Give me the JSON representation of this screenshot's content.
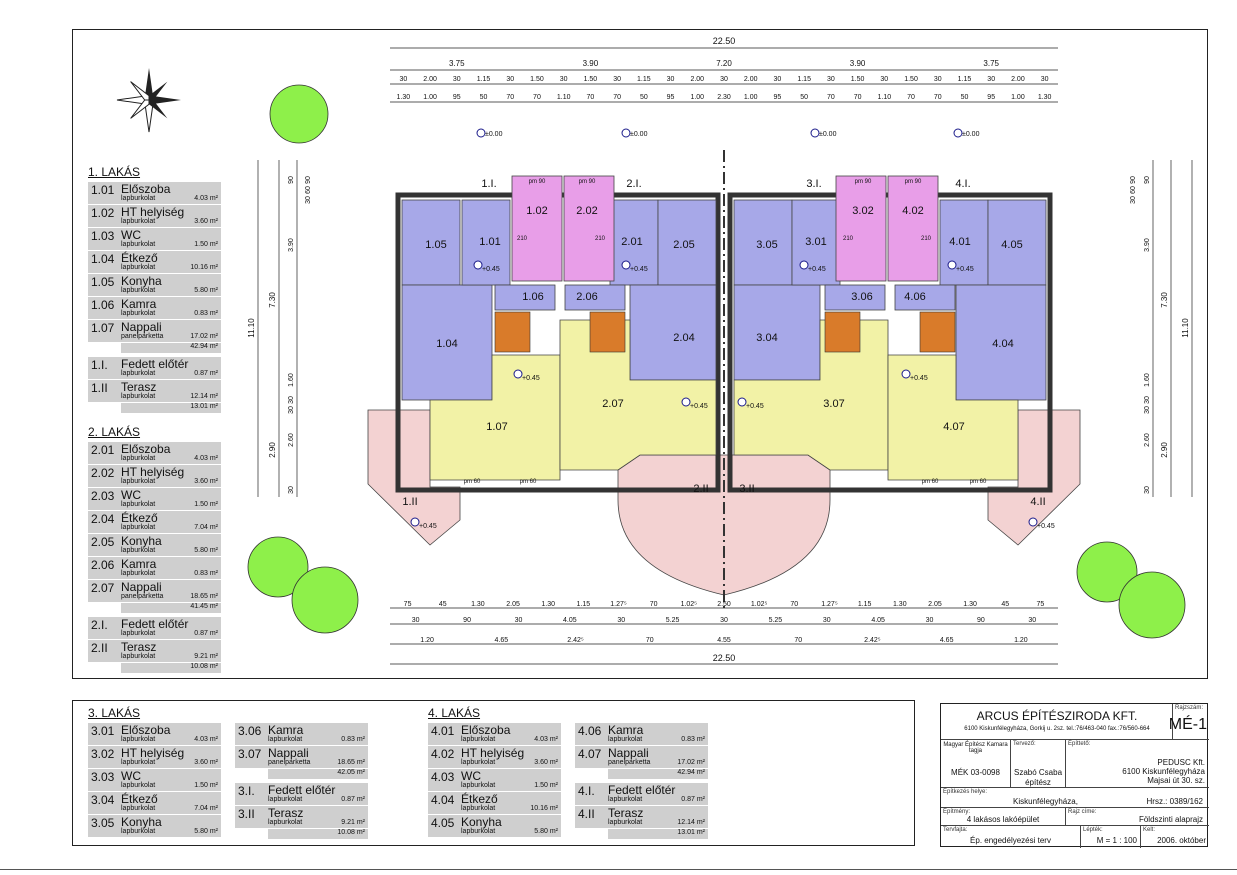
{
  "dimensions": {
    "top_total": "22.50",
    "top_row1": [
      "3.75",
      "3.90",
      "7.20",
      "3.90",
      "3.75"
    ],
    "top_row2": [
      "30",
      "2.00",
      "30",
      "1.15",
      "30",
      "1.50",
      "30",
      "1.50",
      "30",
      "1.15",
      "30",
      "2.00",
      "30",
      "2.00",
      "30",
      "1.15",
      "30",
      "1.50",
      "30",
      "1.50",
      "30",
      "1.15",
      "30",
      "2.00",
      "30"
    ],
    "top_row3": [
      "1.30",
      "1.00",
      "95",
      "50",
      "70",
      "70",
      "1.10",
      "70",
      "70",
      "50",
      "95",
      "1.00",
      "2.30",
      "1.00",
      "95",
      "50",
      "70",
      "70",
      "1.10",
      "70",
      "70",
      "50",
      "95",
      "1.00",
      "1.30"
    ],
    "bottom_row1": [
      "75",
      "45",
      "1.30",
      "2.05",
      "1.30",
      "1.15",
      "1.27⁵",
      "70",
      "1.02⁵",
      "2.50",
      "1.02⁵",
      "70",
      "1.27⁵",
      "1.15",
      "1.30",
      "2.05",
      "1.30",
      "45",
      "75"
    ],
    "bottom_row2": [
      "30",
      "90",
      "30",
      "4.05",
      "30",
      "5.25",
      "30",
      "5.25",
      "30",
      "4.05",
      "30",
      "90",
      "30"
    ],
    "bottom_row3": [
      "1.20",
      "4.65",
      "2.42⁵",
      "70",
      "4.55",
      "70",
      "2.42⁵",
      "4.65",
      "1.20"
    ],
    "bottom_total": "22.50",
    "left_outer": "11.10",
    "left_mid": [
      "7.30",
      "2.90"
    ],
    "left_inner": [
      "90",
      "3.90",
      "30",
      "1.60",
      "30",
      "2.60",
      "30"
    ],
    "left_small": [
      "90",
      "60",
      "30"
    ],
    "right_outer": "11.10",
    "right_mid": [
      "7.30",
      "2.90"
    ],
    "right_inner": [
      "90",
      "3.90",
      "30",
      "1.60",
      "30",
      "2.60",
      "30"
    ],
    "right_small": [
      "90",
      "60",
      "30"
    ]
  },
  "levels": [
    "±0.00",
    "±0.00",
    "±0.00",
    "±0.00",
    "+0.45",
    "+0.45",
    "+0.45",
    "+0.45",
    "+0.45",
    "+0.45",
    "+0.45",
    "+0.45",
    "+0.45",
    "+0.45"
  ],
  "plan_labels": {
    "rooms": [
      "1.01",
      "1.02",
      "1.04",
      "1.05",
      "1.06",
      "1.07",
      "1.I.",
      "1.II",
      "2.01",
      "2.02",
      "2.04",
      "2.05",
      "2.06",
      "2.07",
      "2.I.",
      "2.II",
      "3.01",
      "3.02",
      "3.04",
      "3.05",
      "3.06",
      "3.07",
      "3.I.",
      "3.II",
      "4.01",
      "4.02",
      "4.04",
      "4.05",
      "4.06",
      "4.07",
      "4.I.",
      "4.II"
    ],
    "pm90": "pm 90",
    "pm60": "pm 60",
    "d210": "210"
  },
  "schedules": [
    {
      "title": "1. LAKÁS",
      "rooms": [
        {
          "num": "1.01",
          "name": "Előszoba",
          "finish": "lapburkolat",
          "area": "4.03 m²"
        },
        {
          "num": "1.02",
          "name": "HT helyiség",
          "finish": "lapburkolat",
          "area": "3.60 m²"
        },
        {
          "num": "1.03",
          "name": "WC",
          "finish": "lapburkolat",
          "area": "1.50 m²"
        },
        {
          "num": "1.04",
          "name": "Étkező",
          "finish": "lapburkolat",
          "area": "10.16 m²"
        },
        {
          "num": "1.05",
          "name": "Konyha",
          "finish": "lapburkolat",
          "area": "5.80 m²"
        },
        {
          "num": "1.06",
          "name": "Kamra",
          "finish": "lapburkolat",
          "area": "0.83 m²"
        },
        {
          "num": "1.07",
          "name": "Nappali",
          "finish": "panelparketta",
          "area": "17.02 m²"
        }
      ],
      "total": "42.94 m²",
      "extra": [
        {
          "num": "1.I.",
          "name": "Fedett előtér",
          "finish": "lapburkolat",
          "area": "0.87 m²"
        },
        {
          "num": "1.II",
          "name": "Terasz",
          "finish": "lapburkolat",
          "area": "12.14 m²"
        }
      ],
      "extra_total": "13.01 m²"
    },
    {
      "title": "2. LAKÁS",
      "rooms": [
        {
          "num": "2.01",
          "name": "Előszoba",
          "finish": "lapburkolat",
          "area": "4.03 m²"
        },
        {
          "num": "2.02",
          "name": "HT helyiség",
          "finish": "lapburkolat",
          "area": "3.60 m²"
        },
        {
          "num": "2.03",
          "name": "WC",
          "finish": "lapburkolat",
          "area": "1.50 m²"
        },
        {
          "num": "2.04",
          "name": "Étkező",
          "finish": "lapburkolat",
          "area": "7.04 m²"
        },
        {
          "num": "2.05",
          "name": "Konyha",
          "finish": "lapburkolat",
          "area": "5.80 m²"
        },
        {
          "num": "2.06",
          "name": "Kamra",
          "finish": "lapburkolat",
          "area": "0.83 m²"
        },
        {
          "num": "2.07",
          "name": "Nappali",
          "finish": "panelparketta",
          "area": "18.65 m²"
        }
      ],
      "total": "41.45 m²",
      "extra": [
        {
          "num": "2.I.",
          "name": "Fedett előtér",
          "finish": "lapburkolat",
          "area": "0.87 m²"
        },
        {
          "num": "2.II",
          "name": "Terasz",
          "finish": "lapburkolat",
          "area": "9.21 m²"
        }
      ],
      "extra_total": "10.08 m²"
    },
    {
      "title": "3. LAKÁS",
      "rooms": [
        {
          "num": "3.01",
          "name": "Előszoba",
          "finish": "lapburkolat",
          "area": "4.03 m²"
        },
        {
          "num": "3.02",
          "name": "HT helyiség",
          "finish": "lapburkolat",
          "area": "3.60 m²"
        },
        {
          "num": "3.03",
          "name": "WC",
          "finish": "lapburkolat",
          "area": "1.50 m²"
        },
        {
          "num": "3.04",
          "name": "Étkező",
          "finish": "lapburkolat",
          "area": "7.04 m²"
        },
        {
          "num": "3.05",
          "name": "Konyha",
          "finish": "lapburkolat",
          "area": "5.80 m²"
        },
        {
          "num": "3.06",
          "name": "Kamra",
          "finish": "lapburkolat",
          "area": "0.83 m²"
        },
        {
          "num": "3.07",
          "name": "Nappali",
          "finish": "panelparketta",
          "area": "18.65 m²"
        }
      ],
      "total": "42.05 m²",
      "extra": [
        {
          "num": "3.I.",
          "name": "Fedett előtér",
          "finish": "lapburkolat",
          "area": "0.87 m²"
        },
        {
          "num": "3.II",
          "name": "Terasz",
          "finish": "lapburkolat",
          "area": "9.21 m²"
        }
      ],
      "extra_total": "10.08 m²"
    },
    {
      "title": "4. LAKÁS",
      "rooms": [
        {
          "num": "4.01",
          "name": "Előszoba",
          "finish": "lapburkolat",
          "area": "4.03 m²"
        },
        {
          "num": "4.02",
          "name": "HT helyiség",
          "finish": "lapburkolat",
          "area": "3.60 m²"
        },
        {
          "num": "4.03",
          "name": "WC",
          "finish": "lapburkolat",
          "area": "1.50 m²"
        },
        {
          "num": "4.04",
          "name": "Étkező",
          "finish": "lapburkolat",
          "area": "10.16 m²"
        },
        {
          "num": "4.05",
          "name": "Konyha",
          "finish": "lapburkolat",
          "area": "5.80 m²"
        },
        {
          "num": "4.06",
          "name": "Kamra",
          "finish": "lapburkolat",
          "area": "0.83 m²"
        },
        {
          "num": "4.07",
          "name": "Nappali",
          "finish": "panelparketta",
          "area": "17.02 m²"
        }
      ],
      "total": "42.94 m²",
      "extra": [
        {
          "num": "4.I.",
          "name": "Fedett előtér",
          "finish": "lapburkolat",
          "area": "0.87 m²"
        },
        {
          "num": "4.II",
          "name": "Terasz",
          "finish": "lapburkolat",
          "area": "12.14 m²"
        }
      ],
      "extra_total": "13.01 m²"
    }
  ],
  "title_block": {
    "firm": "ARCUS ÉPÍTÉSZIRODA KFT.",
    "firm_address": "6100 Kiskunfélegyháza, Gorkij u. 2sz. tel.:76/463-040 fax.:76/560-664",
    "drawing_no_label": "Rajzszám:",
    "drawing_no": "MÉ-1",
    "chamber_label": "Magyar Építész Kamara tagja",
    "chamber_no": "MÉK 03-0098",
    "designer_label": "Tervező:",
    "designer": "Szabó Csaba",
    "designer_role": "építész",
    "client_label": "Építtető:",
    "client_name": "PEDUSC Kft.",
    "client_city": "6100 Kiskunfélegyháza",
    "client_street": "Majsai út 30. sz.",
    "site_label": "Építkezés helye:",
    "site_city": "Kiskunfélegyháza,",
    "site_hrsz": "Hrsz.: 0389/162",
    "building_label": "Építmény:",
    "building": "4 lakásos lakóépület",
    "drawing_title_label": "Rajz címe:",
    "drawing_title": "Földszinti alaprajz",
    "phase_label": "Tervfajta:",
    "phase": "Ép. engedélyezési terv",
    "scale_label": "Lépték:",
    "scale": "M = 1 : 100",
    "date_label": "Kelt:",
    "date": "2006. október"
  },
  "colors": {
    "blue_rooms": "#a7a8e8",
    "pink_rooms": "#e89ee8",
    "yellow_rooms": "#f2f2a6",
    "terrace": "#f3d2d2",
    "stairs": "#d97b2a",
    "trees": "#8ef04a",
    "walls": "#333333",
    "schedule_bg": "#cfcfcf"
  },
  "icons": [
    "north-arrow-icon",
    "tree-icon",
    "level-marker-icon",
    "section-marker-icon"
  ]
}
